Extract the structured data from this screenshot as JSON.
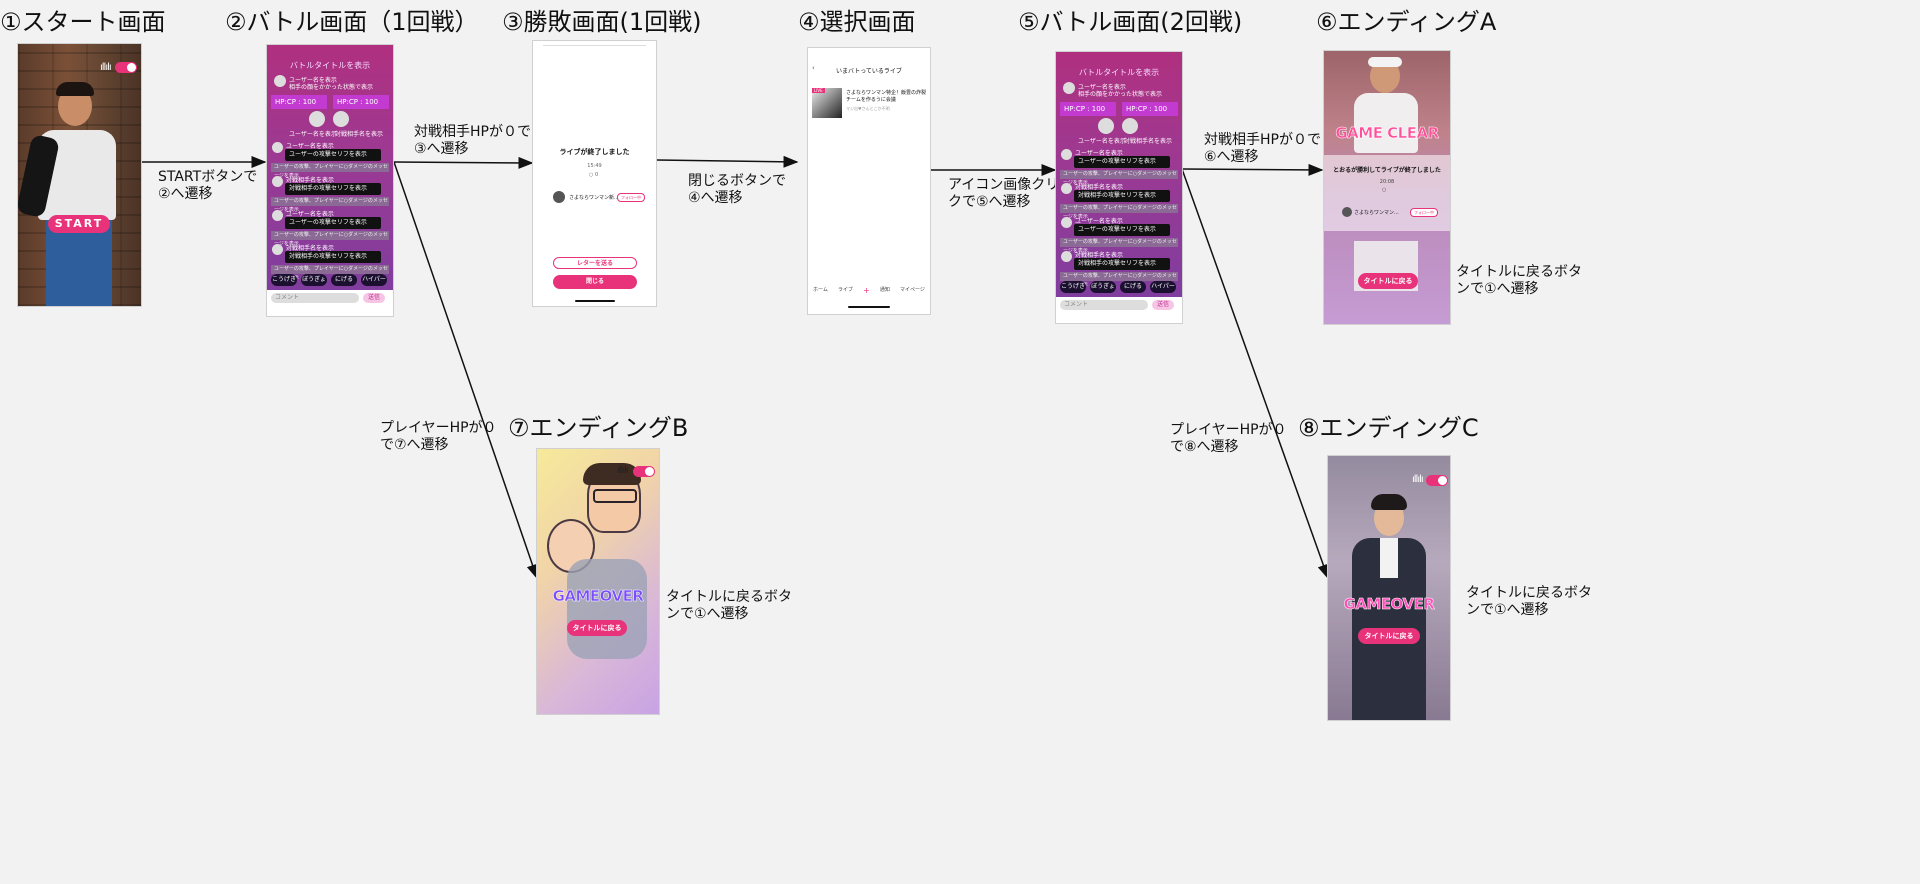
{
  "titles": {
    "s1": "①スタート画面",
    "s2": "②バトル画面（1回戦）",
    "s3": "③勝敗画面(1回戦)",
    "s4": "④選択画面",
    "s5": "⑤バトル画面(2回戦)",
    "s6": "⑥エンディングA",
    "s7": "⑦エンディングB",
    "s8": "⑧エンディングC"
  },
  "notes": {
    "n1": "STARTボタンで\n②へ遷移",
    "n2": "対戦相手HPが０で\n③へ遷移",
    "n3": "閉じるボタンで\n④へ遷移",
    "n4": "アイコン画像クリッ\nクで⑤へ遷移",
    "n5": "対戦相手HPが０で\n⑥へ遷移",
    "n6": "プレイヤーHPが０\nで⑦へ遷移",
    "n7": "プレイヤーHPが０\nで⑧へ遷移",
    "n8": "タイトルに戻るボタ\nンで①へ遷移",
    "n9": "タイトルに戻るボタ\nンで①へ遷移",
    "n10": "タイトルに戻るボタ\nンで①へ遷移"
  },
  "start": {
    "button": "START"
  },
  "battle": {
    "title": "バトルタイトルを表示",
    "user_line1": "ユーザー名を表示",
    "user_line2": "相手の顔をかかった状態で表示",
    "hp_left": "HP:CP : 100",
    "hp_right": "HP:CP : 100",
    "label_user": "ユーザー名を表示",
    "label_opp": "対戦相手名を表示",
    "row_user": "ユーザー名を表示",
    "msg_user": "ユーザーの攻撃セリフを表示",
    "row_opp": "対戦相手名を表示",
    "msg_opp": "対戦相手の攻撃セリフを表示",
    "grey_msg": "ユーザーの攻撃、プレイヤーに○ダメージのメッセージを表示",
    "cmds": [
      "こうげき",
      "ぼうぎょ",
      "にげる",
      "ハイパー"
    ],
    "input_placeholder": "コメント",
    "send": "送信"
  },
  "result": {
    "ended": "ライブが終了しました",
    "time": "15:49",
    "count": "0",
    "user": "さよならワンマン新...",
    "follow": "フォロー中",
    "letter": "レターを送る",
    "close": "閉じる"
  },
  "select": {
    "header": "いまバトっているライブ",
    "live_title": "さよならワンマン特企！飯豊の炸裂チームを作るうに会議",
    "live_sub": "マジ出♥さんとこか不明",
    "badge": "LIVE",
    "tabs": [
      "ホーム",
      "ライブ",
      "+",
      "通知",
      "マイページ"
    ]
  },
  "ending_a": {
    "clear": "GAME CLEAR",
    "msg": "とおるが勝利してライブが終了しました",
    "time": "20:08",
    "user": "さよならワンマン...",
    "follow": "フォロー中",
    "back": "タイトルに戻る"
  },
  "ending_b": {
    "over": "GAMEOVER",
    "back": "タイトルに戻る"
  },
  "ending_c": {
    "over": "GAMEOVER",
    "back": "タイトルに戻る"
  },
  "colors": {
    "accent": "#e8337a",
    "battle": "#9a3a94"
  }
}
